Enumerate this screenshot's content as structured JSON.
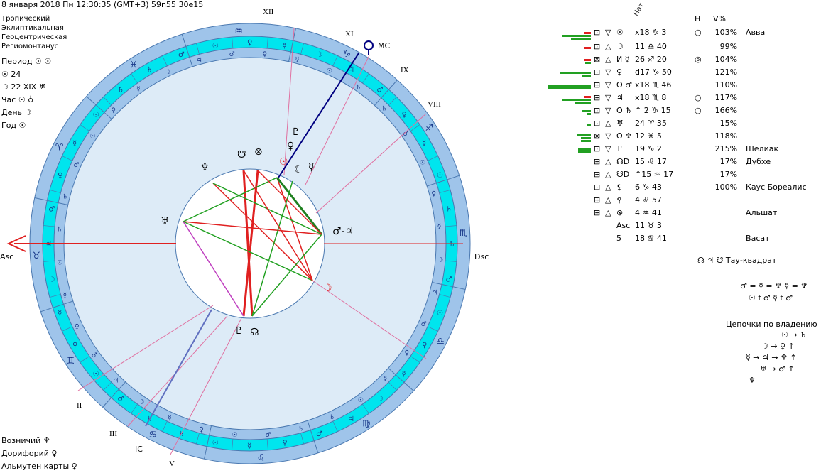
{
  "header": {
    "text": "8 января 2018  Пн  12:30:35 (GMT+3) 59n55  30e15"
  },
  "system": [
    "Тропический",
    "Эклиптикальная",
    "Геоцентрическая",
    "Региомонтанус"
  ],
  "period": {
    "label": "Период ☉ ☉",
    "sun": "☉  24",
    "moon": "☽  22 XIX ♅",
    "hour": "Час ☉ ♁",
    "day": "День ☽",
    "year": "Год ☉"
  },
  "bottom_left": [
    "Возничий  ♆",
    "Дорифорий  ♀",
    "Альмутен карты  ♀"
  ],
  "chart": {
    "asc": "Asc",
    "dsc": "Dsc",
    "mc": "MC",
    "ic": "IC",
    "houses": [
      "II",
      "III",
      "V",
      "VIII",
      "IX",
      "XI",
      "XII"
    ],
    "signs": [
      "♒",
      "♓",
      "♈",
      "♉",
      "♊",
      "♋",
      "♌",
      "♍",
      "♎",
      "♏",
      "♐",
      "♑"
    ],
    "planets": [
      "♇",
      "♀",
      "☉",
      "☾",
      "☿",
      "♂-♃",
      "☽",
      "♅",
      "♆",
      "☊",
      "☋",
      "⊗",
      "♃"
    ],
    "colors": {
      "outer_ring": "#9fc4ea",
      "inner_ring": "#00e5ee",
      "background": "#ddebf7",
      "red_line": "#e02020",
      "green_line": "#20a020",
      "blue_line": "#000080",
      "pink_line": "#e070a0"
    }
  },
  "table": {
    "nat_label": "Нат",
    "col_h": "Н",
    "col_v": "V%",
    "rows": [
      {
        "grid": "⊡",
        "tri": "▽",
        "planet": "☉",
        "pos": "x18 ♑  3",
        "h": "○",
        "pct": "103%",
        "star": "Авва",
        "g": [
          40,
          28
        ],
        "r": [
          0,
          10
        ]
      },
      {
        "grid": "⊡",
        "tri": "△",
        "planet": "☽",
        "pos": "11 ♎ 40",
        "h": "",
        "pct": "99%",
        "star": "",
        "g": [],
        "r": [
          10
        ]
      },
      {
        "grid": "⊠",
        "tri": "△",
        "planet": "И ☿",
        "pos": "26 ♐ 20",
        "h": "◎",
        "pct": "104%",
        "star": "",
        "g": [
          8
        ],
        "r": [
          10
        ]
      },
      {
        "grid": "⊡",
        "tri": "▽",
        "planet": "♀",
        "pos": "d17 ♑ 50",
        "h": "",
        "pct": "121%",
        "star": "",
        "g": [
          44,
          12
        ],
        "r": []
      },
      {
        "grid": "⊞",
        "tri": "▽",
        "planet": "О ♂",
        "pos": "x18 ♏ 46",
        "h": "",
        "pct": "110%",
        "star": "",
        "g": [
          60,
          60
        ],
        "r": []
      },
      {
        "grid": "⊞",
        "tri": "▽",
        "planet": "♃",
        "pos": "x18 ♏  8",
        "h": "○",
        "pct": "117%",
        "star": "",
        "g": [
          40,
          22
        ],
        "r": [
          10
        ]
      },
      {
        "grid": "⊡",
        "tri": "▽",
        "planet": "О ♄",
        "pos": "^  2 ♑ 15",
        "h": "○",
        "pct": "166%",
        "star": "",
        "g": [
          12,
          6
        ],
        "r": []
      },
      {
        "grid": "⊡",
        "tri": "△",
        "planet": "♅",
        "pos": "24 ♈ 35",
        "h": "",
        "pct": "15%",
        "star": "",
        "g": [
          5
        ],
        "r": []
      },
      {
        "grid": "⊠",
        "tri": "▽",
        "planet": "О ♆",
        "pos": "12 ♓  5",
        "h": "",
        "pct": "118%",
        "star": "",
        "g": [
          20,
          14,
          14
        ],
        "r": []
      },
      {
        "grid": "⊡",
        "tri": "▽",
        "planet": "♇",
        "pos": "19 ♑  2",
        "h": "",
        "pct": "215%",
        "star": "Шелиак",
        "g": [
          18,
          18
        ],
        "r": []
      },
      {
        "grid": "⊞",
        "tri": "△",
        "planet": "☊D",
        "pos": "15 ♌ 17",
        "h": "",
        "pct": "17%",
        "star": "Дубхе",
        "g": [],
        "r": []
      },
      {
        "grid": "⊞",
        "tri": "△",
        "planet": "☋D",
        "pos": "^15 ♒ 17",
        "h": "",
        "pct": "17%",
        "star": "",
        "g": [],
        "r": []
      },
      {
        "grid": "⊡",
        "tri": "△",
        "planet": "⚸",
        "pos": "6 ♑ 43",
        "h": "",
        "pct": "100%",
        "star": "Каус Бореалис",
        "g": [],
        "r": []
      },
      {
        "grid": "⊞",
        "tri": "△",
        "planet": "⚴",
        "pos": "4 ♌ 57",
        "h": "",
        "pct": "",
        "star": "",
        "g": [],
        "r": []
      },
      {
        "grid": "⊞",
        "tri": "△",
        "planet": "⊗",
        "pos": "4 ♒ 41",
        "h": "",
        "pct": "",
        "star": "Альшат",
        "g": [],
        "r": []
      },
      {
        "grid": "",
        "tri": "",
        "planet": "Asc",
        "pos": "11 ♉  3",
        "h": "",
        "pct": "",
        "star": "",
        "g": [],
        "r": []
      },
      {
        "grid": "",
        "tri": "",
        "planet": "5",
        "pos": "18 ♋ 41",
        "h": "",
        "pct": "",
        "star": "Васат",
        "g": [],
        "r": []
      }
    ]
  },
  "aspect_title": "☊ ♃ ☋  Тау-квадрат",
  "equations": [
    "♂ = ☿ = ♆ ☿ = ♆",
    "☉ f ♂ ☿ t ♂"
  ],
  "chains": {
    "title": "Цепочки по владению",
    "lines": [
      "☉ → ♄",
      "☽ → ♀ ↑",
      "☿ → ♃ → ♆ ↑",
      "♅ → ♂ ↑",
      "♆"
    ]
  }
}
